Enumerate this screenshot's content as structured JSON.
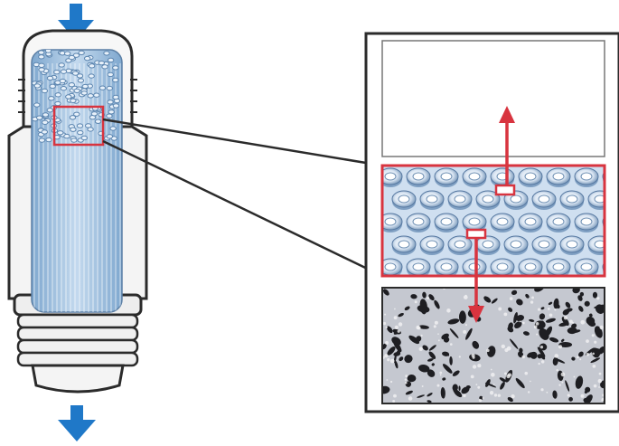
{
  "figure": {
    "kind": "hollow-fiber filter cartridge cutaway with magnified cross-section",
    "inlet_arrow_icon": "arrow-down-icon",
    "outlet_arrow_icon": "arrow-down-icon",
    "flow_arrow_icon": "arrow-up-icon",
    "colors": {
      "flow_blue": "#1f78c8",
      "fiber_blue": "#a9c7e2",
      "highlight_red": "#d8343f",
      "outline": "#2b2b2b",
      "membrane_gray": "#b9bcc4",
      "pore_dark": "#1e1e22"
    },
    "panels": [
      "filtered-side",
      "fiber-bundle-cross-section",
      "membrane-micrograph"
    ]
  }
}
